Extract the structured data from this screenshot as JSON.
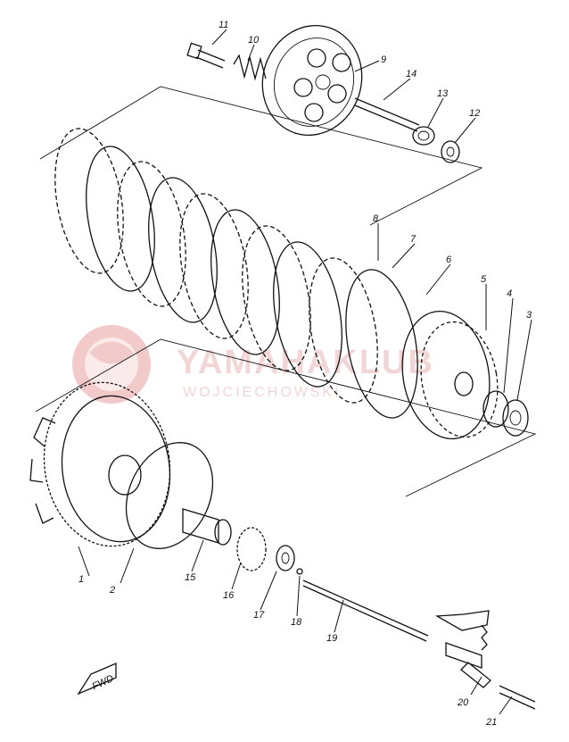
{
  "watermark": {
    "line1": "YAMAHAKLUB",
    "line2": "WOJCIECHOWSKI",
    "color": "#e2a5a5"
  },
  "fwd_label": "FWD",
  "callouts": [
    "1",
    "2",
    "3",
    "4",
    "5",
    "6",
    "7",
    "8",
    "9",
    "10",
    "11",
    "12",
    "13",
    "14",
    "15",
    "16",
    "17",
    "18",
    "19",
    "20",
    "21"
  ]
}
